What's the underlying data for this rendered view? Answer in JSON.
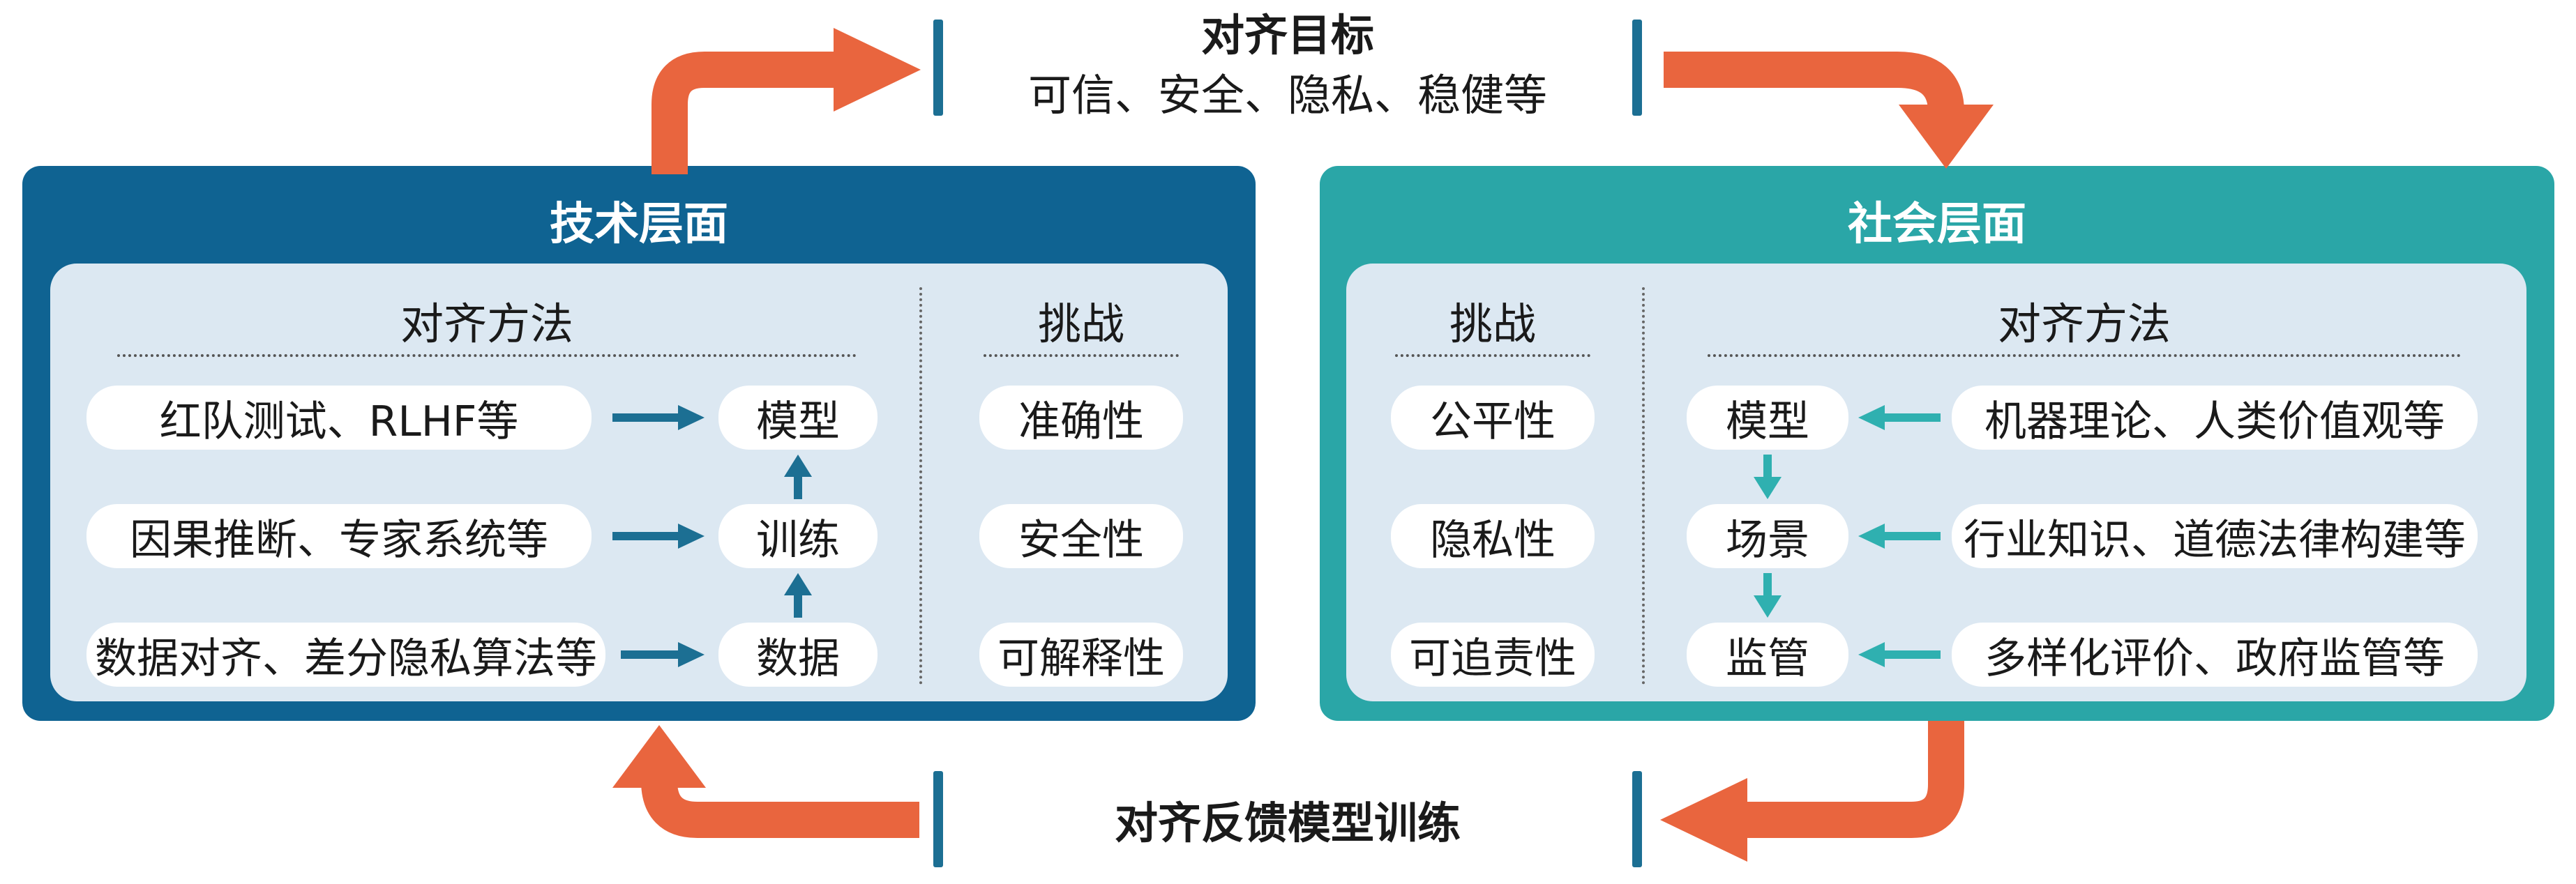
{
  "top": {
    "title": "对齐目标",
    "subtitle": "可信、安全、隐私、稳健等"
  },
  "bottom": {
    "title": "对齐反馈模型训练"
  },
  "technical": {
    "title": "技术层面",
    "methods_header": "对齐方法",
    "challenges_header": "挑战",
    "methods": [
      "红队测试、RLHF等",
      "因果推断、专家系统等",
      "数据对齐、差分隐私算法等"
    ],
    "stages": [
      "模型",
      "训练",
      "数据"
    ],
    "challenges": [
      "准确性",
      "安全性",
      "可解释性"
    ]
  },
  "social": {
    "title": "社会层面",
    "challenges_header": "挑战",
    "methods_header": "对齐方法",
    "challenges": [
      "公平性",
      "隐私性",
      "可追责性"
    ],
    "stages": [
      "模型",
      "场景",
      "监管"
    ],
    "methods": [
      "机器理论、人类价值观等",
      "行业知识、道德法律构建等",
      "多样化评价、政府监管等"
    ]
  },
  "colors": {
    "technical_panel": "#0f6392",
    "social_panel": "#2aa6a7",
    "inner_box": "#dce8f2",
    "orange_arrow": "#e9653e",
    "technical_arrow": "#1c6f93",
    "social_arrow": "#2fb0b0"
  }
}
